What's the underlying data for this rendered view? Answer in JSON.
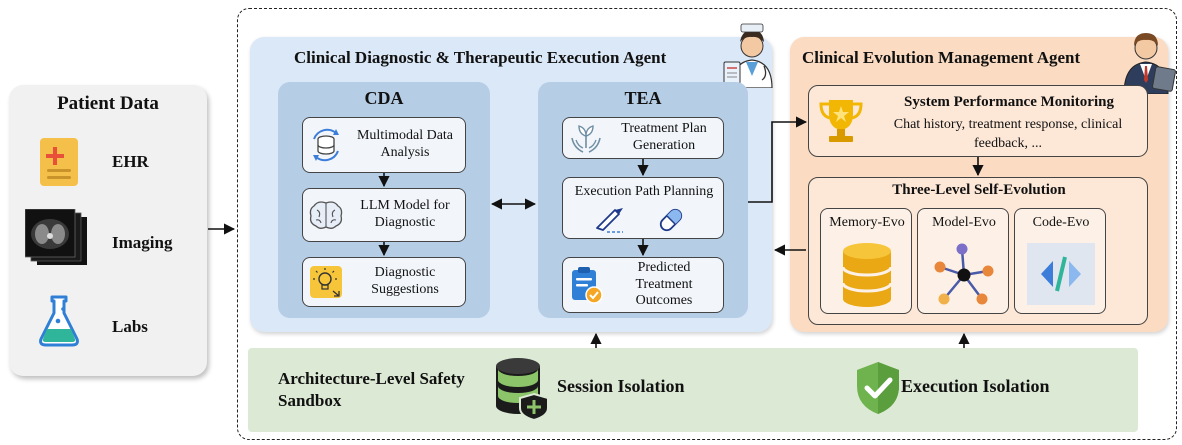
{
  "patient_data": {
    "title": "Patient Data",
    "items": [
      {
        "label": "EHR",
        "icon": "ehr-document-icon"
      },
      {
        "label": "Imaging",
        "icon": "ct-scan-icon"
      },
      {
        "label": "Labs",
        "icon": "flask-icon"
      }
    ]
  },
  "execution_agent": {
    "title": "Clinical Diagnostic & Therapeutic Execution Agent",
    "cda": {
      "title": "CDA",
      "steps": [
        {
          "text": "Multimodal Data Analysis",
          "icon": "database-sync-icon"
        },
        {
          "text": "LLM Model for Diagnostic",
          "icon": "brain-icon"
        },
        {
          "text": "Diagnostic Suggestions",
          "icon": "lightbulb-icon"
        }
      ]
    },
    "tea": {
      "title": "TEA",
      "plan": {
        "text": "Treatment Plan Generation",
        "icon": "hands-plant-icon"
      },
      "path": {
        "text": "Execution Path Planning",
        "icons": [
          "scalpel-icon",
          "capsule-icon"
        ]
      },
      "outcome": {
        "text": "Predicted Treatment Outcomes",
        "icon": "clipboard-check-icon"
      }
    }
  },
  "evolution_agent": {
    "title": "Clinical Evolution Management Agent",
    "monitoring": {
      "title": "System Performance Monitoring",
      "detail": "Chat history, treatment response, clinical feedback, ...",
      "icon": "trophy-icon"
    },
    "self_evolution": {
      "title": "Three-Level Self-Evolution",
      "items": [
        {
          "label": "Memory-Evo",
          "icon": "database-icon"
        },
        {
          "label": "Model-Evo",
          "icon": "network-icon"
        },
        {
          "label": "Code-Evo",
          "icon": "code-icon"
        }
      ]
    }
  },
  "sandbox": {
    "title": "Architecture-Level Safety Sandbox",
    "session": {
      "label": "Session Isolation",
      "icon": "database-shield-icon"
    },
    "execution": {
      "label": "Execution Isolation",
      "icon": "shield-check-icon"
    }
  },
  "colors": {
    "blue_region": "#dbe8f7",
    "blue_column": "#b6cde6",
    "orange_region": "#fbdcc2",
    "green_region": "#dce9d4",
    "gold": "#f2b705",
    "teal": "#2fb59a"
  }
}
